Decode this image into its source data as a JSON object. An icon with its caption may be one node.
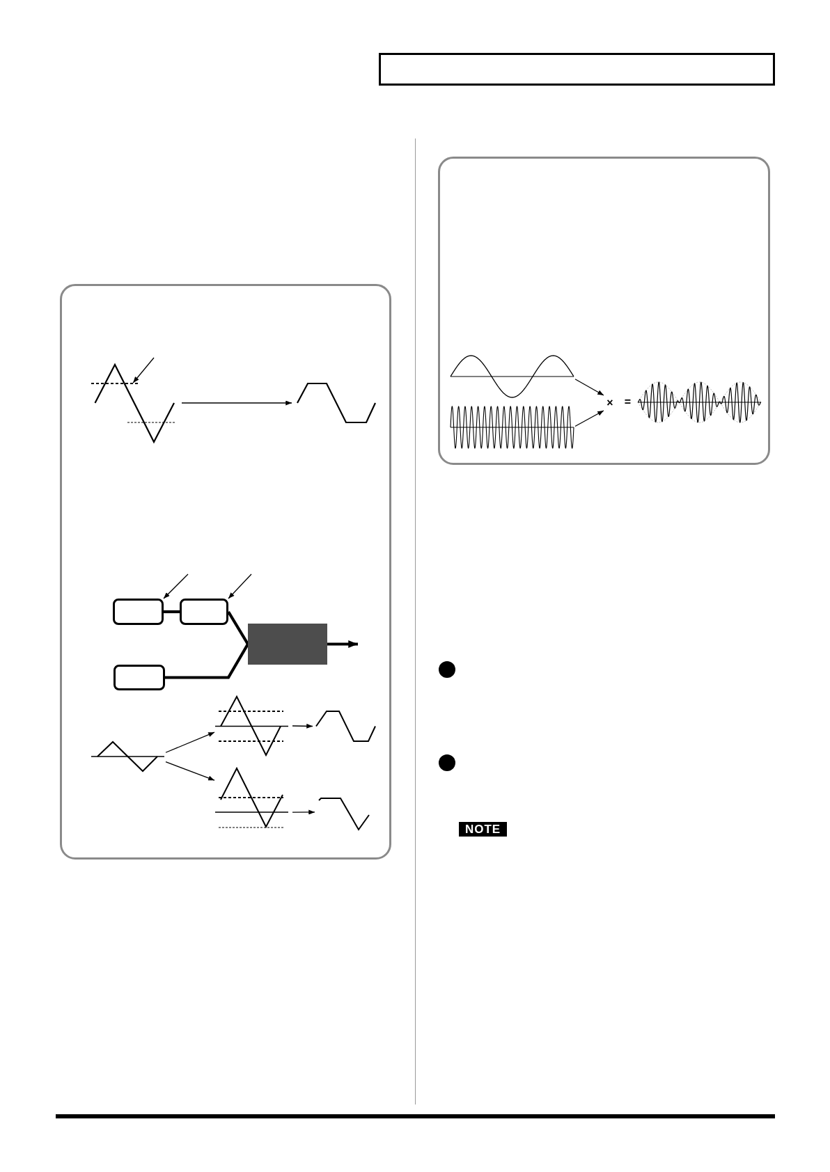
{
  "diagram": {
    "nodes": [
      {
        "text": [],
        "shape": "box"
      },
      {
        "text": [],
        "shape": "picture",
        "in": 0
      },
      {
        "text": [],
        "shape": "line",
        "in": 1
      },
      {
        "text": [],
        "shape": "picture",
        "in": 0
      },
      {
        "text": [],
        "shape": "box",
        "in": 0
      },
      {
        "text": [],
        "shape": "box",
        "in": 0
      },
      {
        "text": [],
        "shape": "box",
        "in": 0
      },
      {
        "text": [],
        "shape": "box",
        "in": 0
      },
      {
        "text": [],
        "shape": "picture",
        "in": 0
      },
      {
        "text": [],
        "shape": "picture",
        "in": 0
      },
      {
        "text": [],
        "shape": "picture",
        "in": 0
      },
      {
        "text": [],
        "shape": "picture",
        "in": 0
      },
      {
        "text": [],
        "shape": "picture",
        "in": 0
      },
      {
        "text": [],
        "shape": "box"
      },
      {
        "text": [],
        "shape": "picture",
        "in": 13
      },
      {
        "text": [],
        "shape": "picture",
        "in": 13
      },
      {
        "text": [
          "×"
        ],
        "in": 13
      },
      {
        "text": [],
        "shape": "picture",
        "in": 13
      },
      {
        "text": [
          "NOTE"
        ]
      }
    ],
    "edges": [
      {
        "from": null,
        "to": 2,
        "arrow": "to"
      },
      {
        "from": 1,
        "to": 3,
        "arrow": "to"
      },
      {
        "from": null,
        "to": 4,
        "arrow": "to"
      },
      {
        "from": null,
        "to": 5,
        "arrow": "to"
      },
      {
        "from": 4,
        "to": 5,
        "arrow": "none",
        "style": "thick"
      },
      {
        "from": 5,
        "to": 7,
        "arrow": "none",
        "style": "thick"
      },
      {
        "from": 6,
        "to": 7,
        "arrow": "none",
        "style": "thick"
      },
      {
        "from": 7,
        "to": null,
        "arrow": "to",
        "style": "thick"
      },
      {
        "from": 8,
        "to": 9,
        "arrow": "to"
      },
      {
        "from": 8,
        "to": 11,
        "arrow": "to"
      },
      {
        "from": 9,
        "to": 10,
        "arrow": "to"
      },
      {
        "from": 11,
        "to": 12,
        "arrow": "to"
      },
      {
        "from": 14,
        "to": 16,
        "arrow": "to"
      },
      {
        "from": 15,
        "to": 16,
        "arrow": "to"
      }
    ],
    "labels": [
      "="
    ]
  }
}
